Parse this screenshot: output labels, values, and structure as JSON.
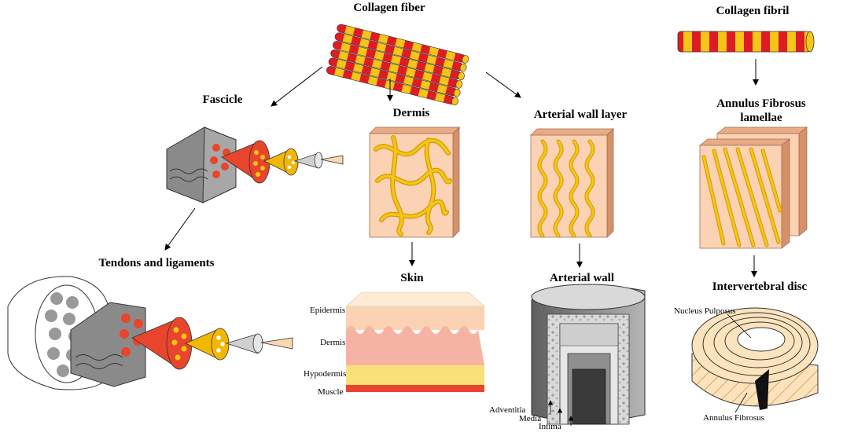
{
  "titles": {
    "collagen_fiber": "Collagen fiber",
    "collagen_fibril": "Collagen fibril",
    "fascicle": "Fascicle",
    "dermis": "Dermis",
    "arterial_wall_layer": "Arterial wall layer",
    "annulus_lamellae_line1": "Annulus Fibrosus",
    "annulus_lamellae_line2": "lamellae",
    "tendons": "Tendons and ligaments",
    "skin": "Skin",
    "arterial_wall": "Arterial wall",
    "intervertebral_disc": "Intervertebral disc"
  },
  "skin_layers": {
    "epidermis": "Epidermis",
    "dermis": "Dermis",
    "hypodermis": "Hypodermis",
    "muscle": "Muscle"
  },
  "artery_layers": {
    "adventitia": "Adventitia",
    "media": "Media",
    "intima": "Intima"
  },
  "disc_parts": {
    "nucleus": "Nucleus Pulposus",
    "annulus": "Annulus Fibrosus"
  },
  "colors": {
    "collagen_red": "#e01b24",
    "collagen_yellow": "#f5c518",
    "fiber_gold": "#e8b400",
    "tissue_peach": "#fbd3b4",
    "bundle_grey": "#8a8a8a",
    "muscle_red": "#e8452c"
  }
}
